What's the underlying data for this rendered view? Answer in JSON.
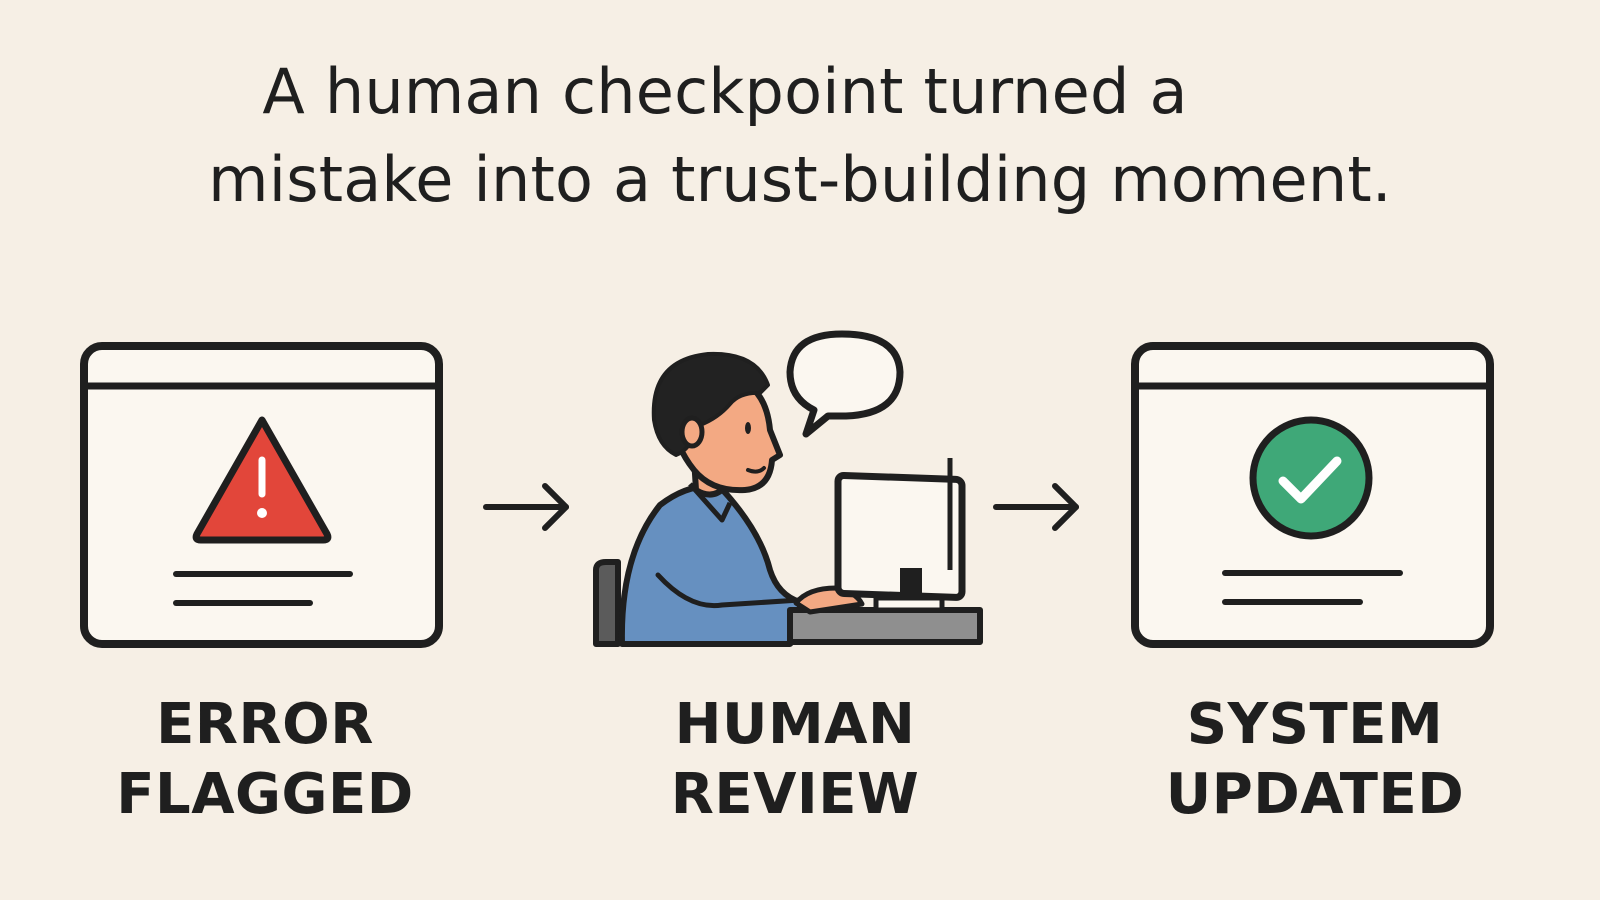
{
  "headline": {
    "line1": "A human checkpoint turned a",
    "line2": "mistake into a trust-building moment."
  },
  "steps": [
    {
      "line1": "ERROR",
      "line2": "FLAGGED",
      "icon": "warning-triangle-icon",
      "color": "#e2463a"
    },
    {
      "line1": "HUMAN",
      "line2": "REVIEW",
      "icon": "person-at-computer-icon",
      "color": "#6690c0"
    },
    {
      "line1": "SYSTEM",
      "line2": "UPDATED",
      "icon": "check-circle-icon",
      "color": "#3fa878"
    }
  ],
  "colors": {
    "background": "#f6efe5",
    "stroke": "#1f1f1f",
    "panel": "#fbf7f0",
    "skin": "#f3a983",
    "shirt": "#6690c0",
    "desk": "#8f8f8f"
  }
}
